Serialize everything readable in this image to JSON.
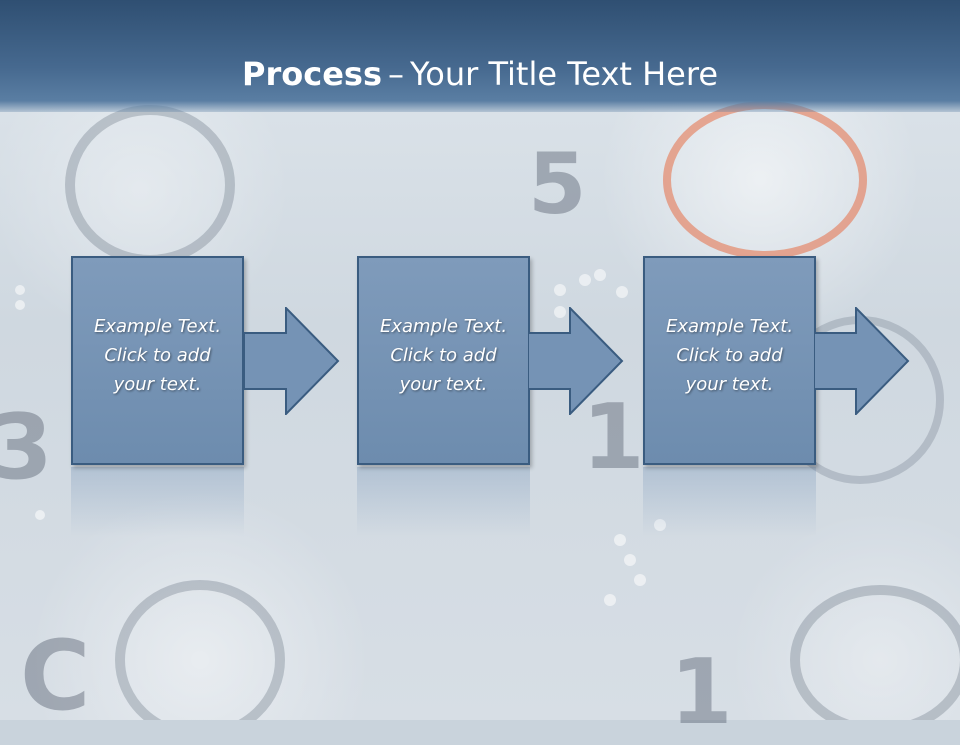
{
  "slide": {
    "title_bold": "Process",
    "title_sep": "–",
    "title_rest": "Your Title Text Here"
  },
  "steps": [
    {
      "text": "Example Text.\nClick  to add\nyour text."
    },
    {
      "text": "Example Text.\nClick  to add\nyour text."
    },
    {
      "text": "Example Text.\nClick  to add\nyour text."
    }
  ],
  "background": {
    "digit_five": "5",
    "digit_one": "1",
    "digit_three": "3",
    "letters_bottom": "C",
    "digit_one_bottom": "1"
  },
  "colors": {
    "title_band": "#46698f",
    "box_fill": "#7593b5",
    "box_border": "#3a5c80"
  }
}
